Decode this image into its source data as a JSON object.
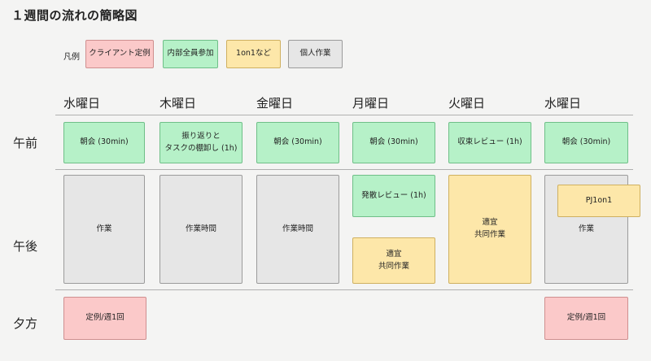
{
  "title": "１週間の流れの簡略図",
  "legend": {
    "label": "凡例",
    "items": [
      {
        "label": "クライアント定例",
        "color": "#fbc9c9"
      },
      {
        "label": "内部全員参加",
        "color": "#b6f1c8"
      },
      {
        "label": "1on1など",
        "color": "#fde7a9"
      },
      {
        "label": "個人作業",
        "color": "#e6e6e6"
      }
    ]
  },
  "days": [
    "水曜日",
    "木曜日",
    "金曜日",
    "月曜日",
    "火曜日",
    "水曜日"
  ],
  "periods": {
    "morning": "午前",
    "afternoon": "午後",
    "evening": "夕方"
  },
  "events": {
    "morning": [
      "朝会 (30min)",
      "振り返りと\nタスクの棚卸し (1h)",
      "朝会 (30min)",
      "朝会 (30min)",
      "収束レビュー (1h)",
      "朝会 (30min)"
    ],
    "afternoon": {
      "wed1": "作業",
      "thu": "作業時間",
      "fri": "作業時間",
      "mon_review": "発散レビュー (1h)",
      "mon_joint": "適宜\n共同作業",
      "tue_joint": "適宜\n共同作業",
      "wed2_work": "作業",
      "wed2_1on1": "PJ1on1"
    },
    "evening": {
      "wed1": "定例/週1回",
      "wed2": "定例/週1回"
    }
  }
}
